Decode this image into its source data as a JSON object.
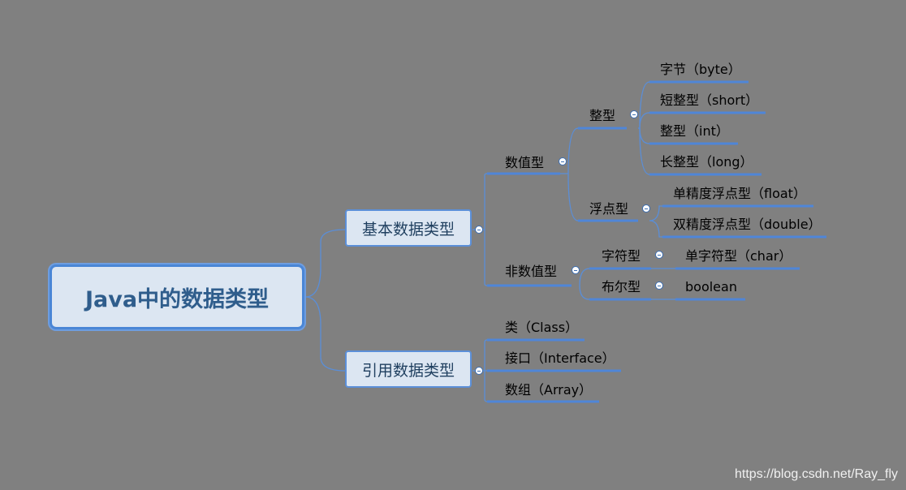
{
  "root": {
    "label": "Java中的数据类型"
  },
  "branches": {
    "primitive": {
      "label": "基本数据类型",
      "numeric": {
        "label": "数值型",
        "integer": {
          "label": "整型",
          "items": [
            "字节（byte）",
            "短整型（short）",
            "整型（int）",
            "长整型（long）"
          ]
        },
        "float": {
          "label": "浮点型",
          "items": [
            "单精度浮点型（float）",
            "双精度浮点型（double）"
          ]
        }
      },
      "non_numeric": {
        "label": "非数值型",
        "char": {
          "label": "字符型",
          "item": "单字符型（char）"
        },
        "bool": {
          "label": "布尔型",
          "item": "boolean"
        }
      }
    },
    "reference": {
      "label": "引用数据类型",
      "items": [
        "类（Class）",
        "接口（Interface）",
        "数组（Array）"
      ]
    }
  },
  "watermark": "https://blog.csdn.net/Ray_fly",
  "colors": {
    "background": "#808080",
    "node_fill": "#dce6f2",
    "node_border": "#5b8fd8",
    "connector": "#4f86d8",
    "root_text": "#2f5d8c"
  }
}
